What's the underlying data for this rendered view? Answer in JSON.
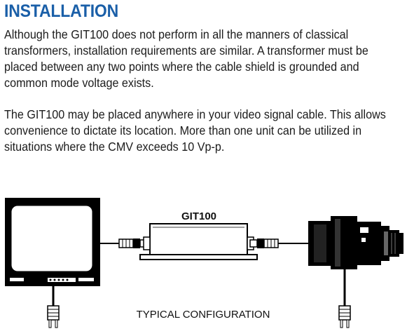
{
  "heading": "INSTALLATION",
  "paragraphs": [
    {
      "lines": [
        "Although the GIT100 does not perform in all the manners of classical",
        "transformers, installation requirements are similar. A transformer must be",
        "placed between any two points where the cable shield is grounded and",
        "common mode voltage exists."
      ]
    },
    {
      "lines": [
        "The GIT100 may be placed anywhere in your video signal cable. This allows",
        "convenience to dictate its location. More than one unit can be utilized in",
        "situations where the CMV exceeds 10 Vp-p."
      ]
    }
  ],
  "diagram": {
    "device_label": "GIT100",
    "caption": "TYPICAL CONFIGURATION",
    "components": [
      "monitor-icon",
      "git100-transformer-icon",
      "camera-icon",
      "power-plug-icon",
      "bnc-connector-icon"
    ]
  },
  "colors": {
    "heading": "#1a5fa8",
    "text": "#1c1c1c",
    "drawing": "#000000"
  }
}
